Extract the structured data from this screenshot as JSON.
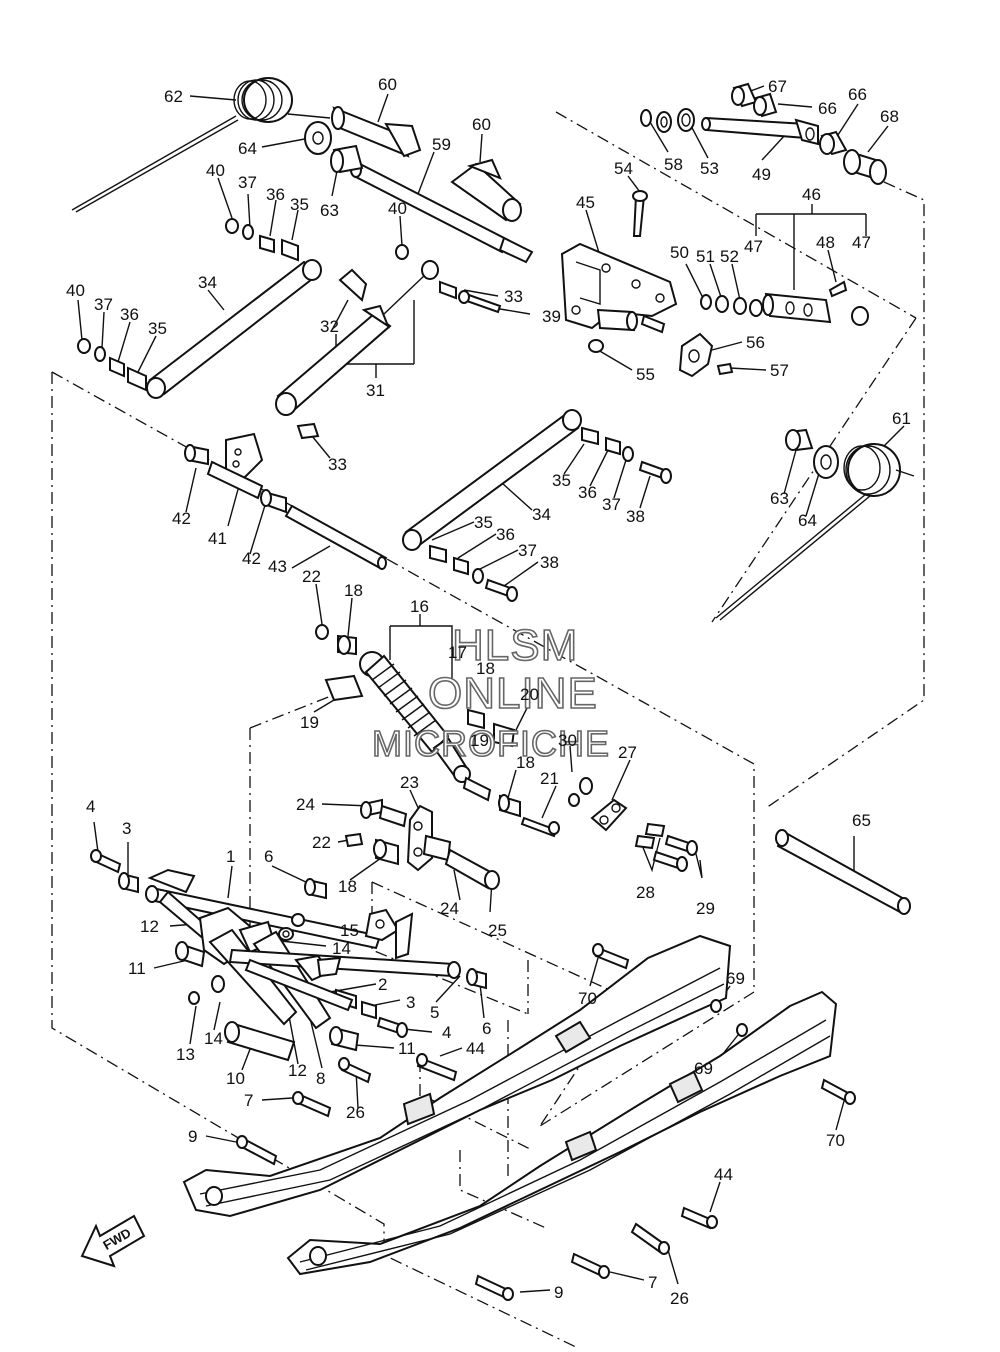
{
  "watermark": {
    "line1": "HLSM",
    "line2": "ONLINE",
    "line3": "MICROFICHE"
  },
  "direction_tag": "FWD",
  "callouts": [
    {
      "id": "c62a",
      "text": "62"
    },
    {
      "id": "c60a",
      "text": "60"
    },
    {
      "id": "c60b",
      "text": "60"
    },
    {
      "id": "c67",
      "text": "67"
    },
    {
      "id": "c66a",
      "text": "66"
    },
    {
      "id": "c66b",
      "text": "66"
    },
    {
      "id": "c68",
      "text": "68"
    },
    {
      "id": "c64a",
      "text": "64"
    },
    {
      "id": "c59",
      "text": "59"
    },
    {
      "id": "c58",
      "text": "58"
    },
    {
      "id": "c53",
      "text": "53"
    },
    {
      "id": "c49",
      "text": "49"
    },
    {
      "id": "c40a",
      "text": "40"
    },
    {
      "id": "c37a",
      "text": "37"
    },
    {
      "id": "c36a",
      "text": "36"
    },
    {
      "id": "c35a",
      "text": "35"
    },
    {
      "id": "c63a",
      "text": "63"
    },
    {
      "id": "c40b",
      "text": "40"
    },
    {
      "id": "c54",
      "text": "54"
    },
    {
      "id": "c45",
      "text": "45"
    },
    {
      "id": "c46",
      "text": "46"
    },
    {
      "id": "c47a",
      "text": "47"
    },
    {
      "id": "c48",
      "text": "48"
    },
    {
      "id": "c47b",
      "text": "47"
    },
    {
      "id": "c50",
      "text": "50"
    },
    {
      "id": "c51",
      "text": "51"
    },
    {
      "id": "c52",
      "text": "52"
    },
    {
      "id": "c34a",
      "text": "34"
    },
    {
      "id": "c40c",
      "text": "40"
    },
    {
      "id": "c37b",
      "text": "37"
    },
    {
      "id": "c36b",
      "text": "36"
    },
    {
      "id": "c35b",
      "text": "35"
    },
    {
      "id": "c33a",
      "text": "33"
    },
    {
      "id": "c39",
      "text": "39"
    },
    {
      "id": "c32",
      "text": "32"
    },
    {
      "id": "c56",
      "text": "56"
    },
    {
      "id": "c55",
      "text": "55"
    },
    {
      "id": "c57",
      "text": "57"
    },
    {
      "id": "c31",
      "text": "31"
    },
    {
      "id": "c61",
      "text": "61"
    },
    {
      "id": "c33b",
      "text": "33"
    },
    {
      "id": "c42a",
      "text": "42"
    },
    {
      "id": "c35c",
      "text": "35"
    },
    {
      "id": "c36c",
      "text": "36"
    },
    {
      "id": "c37c",
      "text": "37"
    },
    {
      "id": "c38a",
      "text": "38"
    },
    {
      "id": "c34b",
      "text": "34"
    },
    {
      "id": "c63b",
      "text": "63"
    },
    {
      "id": "c64b",
      "text": "64"
    },
    {
      "id": "c41",
      "text": "41"
    },
    {
      "id": "c42b",
      "text": "42"
    },
    {
      "id": "c35d",
      "text": "35"
    },
    {
      "id": "c36d",
      "text": "36"
    },
    {
      "id": "c37d",
      "text": "37"
    },
    {
      "id": "c38b",
      "text": "38"
    },
    {
      "id": "c43",
      "text": "43"
    },
    {
      "id": "c22a",
      "text": "22"
    },
    {
      "id": "c18a",
      "text": "18"
    },
    {
      "id": "c16",
      "text": "16"
    },
    {
      "id": "c17",
      "text": "17"
    },
    {
      "id": "c18b",
      "text": "18"
    },
    {
      "id": "c19a",
      "text": "19"
    },
    {
      "id": "c20",
      "text": "20"
    },
    {
      "id": "c19b",
      "text": "19"
    },
    {
      "id": "c30",
      "text": "30"
    },
    {
      "id": "c27",
      "text": "27"
    },
    {
      "id": "c18c",
      "text": "18"
    },
    {
      "id": "c21",
      "text": "21"
    },
    {
      "id": "c23",
      "text": "23"
    },
    {
      "id": "c24a",
      "text": "24"
    },
    {
      "id": "c65",
      "text": "65"
    },
    {
      "id": "c4a",
      "text": "4"
    },
    {
      "id": "c3a",
      "text": "3"
    },
    {
      "id": "c22b",
      "text": "22"
    },
    {
      "id": "c1",
      "text": "1"
    },
    {
      "id": "c6a",
      "text": "6"
    },
    {
      "id": "c18d",
      "text": "18"
    },
    {
      "id": "c28",
      "text": "28"
    },
    {
      "id": "c29",
      "text": "29"
    },
    {
      "id": "c24b",
      "text": "24"
    },
    {
      "id": "c25",
      "text": "25"
    },
    {
      "id": "c12a",
      "text": "12"
    },
    {
      "id": "c15",
      "text": "15"
    },
    {
      "id": "c14a",
      "text": "14"
    },
    {
      "id": "c11a",
      "text": "11"
    },
    {
      "id": "c2",
      "text": "2"
    },
    {
      "id": "c70a",
      "text": "70"
    },
    {
      "id": "c69a",
      "text": "69"
    },
    {
      "id": "c3b",
      "text": "3"
    },
    {
      "id": "c5",
      "text": "5"
    },
    {
      "id": "c6b",
      "text": "6"
    },
    {
      "id": "c4b",
      "text": "4"
    },
    {
      "id": "c13",
      "text": "13"
    },
    {
      "id": "c14b",
      "text": "14"
    },
    {
      "id": "c11b",
      "text": "11"
    },
    {
      "id": "c44a",
      "text": "44"
    },
    {
      "id": "c10",
      "text": "10"
    },
    {
      "id": "c12b",
      "text": "12"
    },
    {
      "id": "c8",
      "text": "8"
    },
    {
      "id": "c69b",
      "text": "69"
    },
    {
      "id": "c7a",
      "text": "7"
    },
    {
      "id": "c26a",
      "text": "26"
    },
    {
      "id": "c70b",
      "text": "70"
    },
    {
      "id": "c9a",
      "text": "9"
    },
    {
      "id": "c44b",
      "text": "44"
    },
    {
      "id": "c7b",
      "text": "7"
    },
    {
      "id": "c26b",
      "text": "26"
    },
    {
      "id": "c9b",
      "text": "9"
    }
  ]
}
